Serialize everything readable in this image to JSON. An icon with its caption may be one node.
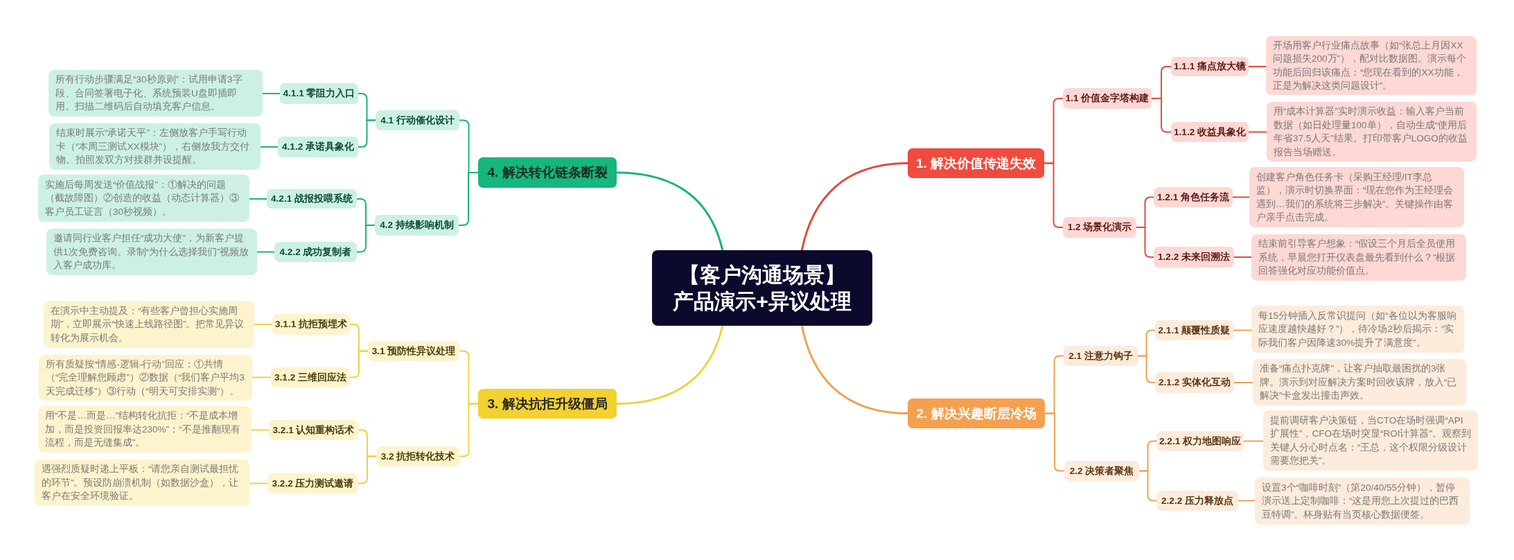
{
  "diagram": {
    "nodes": [
      {
        "text": [
          "【客户沟通场景】产品演示+异议处理"
        ]
      },
      {
        "text": [
          "1. 解决价值传递失效"
        ]
      },
      {
        "text": [
          "1.1 价值金字塔构建"
        ]
      },
      {
        "text": [
          "1.1.1 痛点放大镜"
        ]
      },
      {
        "text": [
          "开场用客户行业痛点故事（如“张总上月因XX问题损失200万”），配对比数据图。演示每个功能后回归该痛点：“您现在看到的XX功能，正是为解决这类问题设计”。"
        ]
      },
      {
        "text": [
          "1.1.2 收益具象化"
        ]
      },
      {
        "text": [
          "用“成本计算器”实时演示收益：输入客户当前数据（如日处理量100单），自动生成“使用后年省37.5人天”结果。打印带客户LOGO的收益报告当场赠送。"
        ]
      },
      {
        "text": [
          "1.2 场景化演示"
        ]
      },
      {
        "text": [
          "1.2.1 角色任务流"
        ]
      },
      {
        "text": [
          "创建客户角色任务卡（采购王经理/IT李总监），演示时切换界面：“现在您作为王经理会遇到…我们的系统将三步解决”。关键操作由客户亲手点击完成。"
        ]
      },
      {
        "text": [
          "1.2.2 未来回溯法"
        ]
      },
      {
        "text": [
          "结束前引导客户想象：“假设三个月后全员使用系统，早晨您打开仪表盘最先看到什么？”根据回答强化对应功能价值点。"
        ]
      },
      {
        "text": [
          "2. 解决兴趣断层冷场"
        ]
      },
      {
        "text": [
          "2.1 注意力钩子"
        ]
      },
      {
        "text": [
          "2.1.1 颠覆性质疑"
        ]
      },
      {
        "text": [
          "每15分钟插入反常识提问（如“各位以为客服响应速度越快越好？”），待冷场2秒后揭示：“实际我们客户因降速30%提升了满意度”。"
        ]
      },
      {
        "text": [
          "2.1.2 实体化互动"
        ]
      },
      {
        "text": [
          "准备“痛点扑克牌”，让客户抽取最困扰的3张牌。演示到对应解决方案时回收该牌，放入“已解决”卡盒发出撞击声效。"
        ]
      },
      {
        "text": [
          "2.2 决策者聚焦"
        ]
      },
      {
        "text": [
          "2.2.1 权力地图响应"
        ]
      },
      {
        "text": [
          "提前调研客户决策链，当CTO在场时强调“API扩展性”，CFO在场时突显“ROI计算器”。观察到关键人分心时点名：“王总，这个权限分级设计需要您把关”。"
        ]
      },
      {
        "text": [
          "2.2.2 压力释放点"
        ]
      },
      {
        "text": [
          "设置3个“咖啡时刻”（第20/40/55分钟），暂停演示送上定制咖啡：“这是用您上次提过的巴西豆特调”。杯身贴有当页核心数据便签。"
        ]
      },
      {
        "text": [
          "3. 解决抗拒升级僵局"
        ]
      },
      {
        "text": [
          "3.1 预防性异议处理"
        ]
      },
      {
        "text": [
          "3.1.1 抗拒预埋术"
        ]
      },
      {
        "text": [
          "在演示中主动提及：“有些客户曾担心实施周期”，立即展示“快速上线路径图”。把常见异议转化为展示机会。"
        ]
      },
      {
        "text": [
          "3.1.2 三维回应法"
        ]
      },
      {
        "text": [
          "所有质疑按“情感-逻辑-行动”回应：①共情（“完全理解您顾虑”）②数据（“我们客户平均3天完成迁移”）③行动（“明天可安排实测”）。"
        ]
      },
      {
        "text": [
          "3.2 抗拒转化技术"
        ]
      },
      {
        "text": [
          "3.2.1 认知重构话术"
        ]
      },
      {
        "text": [
          "用“不是…而是…”结构转化抗拒：“不是成本增加，而是投资回报率达230%”；“不是推翻现有流程，而是无缝集成”。"
        ]
      },
      {
        "text": [
          "3.2.2 压力测试邀请"
        ]
      },
      {
        "text": [
          "遇强烈质疑时递上平板：“请您亲自测试最担忧的环节”。预设防崩溃机制（如数据沙盒），让客户在安全环境验证。"
        ]
      },
      {
        "text": [
          "4. 解决转化链条断裂"
        ]
      },
      {
        "text": [
          "4.1 行动催化设计"
        ]
      },
      {
        "text": [
          "4.1.1 零阻力入口"
        ]
      },
      {
        "text": [
          "所有行动步骤满足“30秒原则”：试用申请3字段、合同签署电子化、系统预装U盘即插即用。扫描二维码后自动填充客户信息。"
        ]
      },
      {
        "text": [
          "4.1.2 承诺具象化"
        ]
      },
      {
        "text": [
          "结束时展示“承诺天平”：左侧放客户手写行动卡（“本周三测试XX模块”），右侧放我方交付物。拍照发双方对接群并设提醒。"
        ]
      },
      {
        "text": [
          "4.2 持续影响机制"
        ]
      },
      {
        "text": [
          "4.2.1 战报投喂系统"
        ]
      },
      {
        "text": [
          "实施后每周发送“价值战报”：①解决的问题（截故障图）②创造的收益（动态计算器）③客户员工证言（30秒视频）。"
        ]
      },
      {
        "text": [
          "4.2.2 成功复制者"
        ]
      },
      {
        "text": [
          "邀请同行业客户担任“成功大使”，为新客户提供1次免费咨询。录制“为什么选择我们”视频放入客户成功库。"
        ]
      }
    ],
    "edges": [
      {
        "from": 0,
        "to": 1,
        "arrow": "none",
        "color": "#e24b3e"
      },
      {
        "from": 1,
        "to": 2,
        "arrow": "none",
        "color": "#e24b3e"
      },
      {
        "from": 2,
        "to": 3,
        "arrow": "none",
        "color": "#e24b3e"
      },
      {
        "from": 3,
        "to": 4,
        "arrow": "none",
        "color": "#e24b3e"
      },
      {
        "from": 2,
        "to": 5,
        "arrow": "none",
        "color": "#e24b3e"
      },
      {
        "from": 5,
        "to": 6,
        "arrow": "none",
        "color": "#e24b3e"
      },
      {
        "from": 1,
        "to": 7,
        "arrow": "none",
        "color": "#e24b3e"
      },
      {
        "from": 7,
        "to": 8,
        "arrow": "none",
        "color": "#e24b3e"
      },
      {
        "from": 8,
        "to": 9,
        "arrow": "none",
        "color": "#e24b3e"
      },
      {
        "from": 7,
        "to": 10,
        "arrow": "none",
        "color": "#e24b3e"
      },
      {
        "from": 10,
        "to": 11,
        "arrow": "none",
        "color": "#e24b3e"
      },
      {
        "from": 0,
        "to": 12,
        "arrow": "none",
        "color": "#eea254"
      },
      {
        "from": 12,
        "to": 13,
        "arrow": "none",
        "color": "#eea254"
      },
      {
        "from": 13,
        "to": 14,
        "arrow": "none",
        "color": "#eea254"
      },
      {
        "from": 14,
        "to": 15,
        "arrow": "none",
        "color": "#eea254"
      },
      {
        "from": 13,
        "to": 16,
        "arrow": "none",
        "color": "#eea254"
      },
      {
        "from": 16,
        "to": 17,
        "arrow": "none",
        "color": "#eea254"
      },
      {
        "from": 12,
        "to": 18,
        "arrow": "none",
        "color": "#eea254"
      },
      {
        "from": 18,
        "to": 19,
        "arrow": "none",
        "color": "#eea254"
      },
      {
        "from": 19,
        "to": 20,
        "arrow": "none",
        "color": "#eea254"
      },
      {
        "from": 18,
        "to": 21,
        "arrow": "none",
        "color": "#eea254"
      },
      {
        "from": 21,
        "to": 22,
        "arrow": "none",
        "color": "#eea254"
      },
      {
        "from": 0,
        "to": 23,
        "arrow": "none",
        "color": "#eed33b"
      },
      {
        "from": 23,
        "to": 24,
        "arrow": "none",
        "color": "#eed33b"
      },
      {
        "from": 24,
        "to": 25,
        "arrow": "none",
        "color": "#eed33b"
      },
      {
        "from": 25,
        "to": 26,
        "arrow": "none",
        "color": "#eed33b"
      },
      {
        "from": 24,
        "to": 27,
        "arrow": "none",
        "color": "#eed33b"
      },
      {
        "from": 27,
        "to": 28,
        "arrow": "none",
        "color": "#eed33b"
      },
      {
        "from": 23,
        "to": 29,
        "arrow": "none",
        "color": "#eed33b"
      },
      {
        "from": 29,
        "to": 30,
        "arrow": "none",
        "color": "#eed33b"
      },
      {
        "from": 30,
        "to": 31,
        "arrow": "none",
        "color": "#eed33b"
      },
      {
        "from": 29,
        "to": 32,
        "arrow": "none",
        "color": "#eed33b"
      },
      {
        "from": 32,
        "to": 33,
        "arrow": "none",
        "color": "#eed33b"
      },
      {
        "from": 0,
        "to": 34,
        "arrow": "none",
        "color": "#1cb37b"
      },
      {
        "from": 34,
        "to": 35,
        "arrow": "none",
        "color": "#1cb37b"
      },
      {
        "from": 35,
        "to": 36,
        "arrow": "none",
        "color": "#1cb37b"
      },
      {
        "from": 36,
        "to": 37,
        "arrow": "none",
        "color": "#1cb37b"
      },
      {
        "from": 35,
        "to": 38,
        "arrow": "none",
        "color": "#1cb37b"
      },
      {
        "from": 38,
        "to": 39,
        "arrow": "none",
        "color": "#1cb37b"
      },
      {
        "from": 34,
        "to": 40,
        "arrow": "none",
        "color": "#1cb37b"
      },
      {
        "from": 40,
        "to": 41,
        "arrow": "none",
        "color": "#1cb37b"
      },
      {
        "from": 41,
        "to": 42,
        "arrow": "none",
        "color": "#1cb37b"
      },
      {
        "from": 40,
        "to": 43,
        "arrow": "none",
        "color": "#1cb37b"
      },
      {
        "from": 43,
        "to": 44,
        "arrow": "none",
        "color": "#1cb37b"
      }
    ]
  }
}
